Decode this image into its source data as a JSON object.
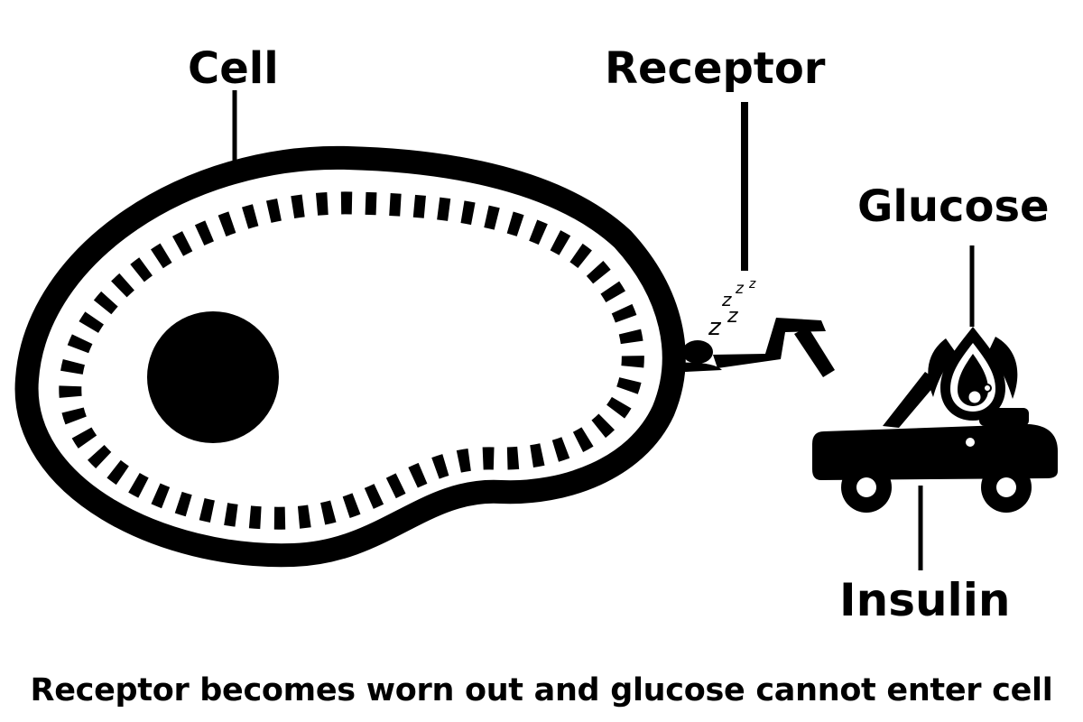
{
  "labels": {
    "cell": "Cell",
    "receptor": "Receptor",
    "glucose": "Glucose",
    "insulin": "Insulin"
  },
  "caption": "Receptor becomes worn out and glucose cannot enter cell",
  "sleep_marks": [
    "z",
    "z",
    "z",
    "z",
    "z"
  ],
  "icons": {
    "cell": "cell-icon",
    "nucleus": "nucleus-icon",
    "sleeping_receptor": "sleeping-person-icon",
    "car": "car-icon",
    "glucose": "glucose-drop-icon"
  },
  "colors": {
    "ink": "#000000",
    "background": "#ffffff"
  }
}
